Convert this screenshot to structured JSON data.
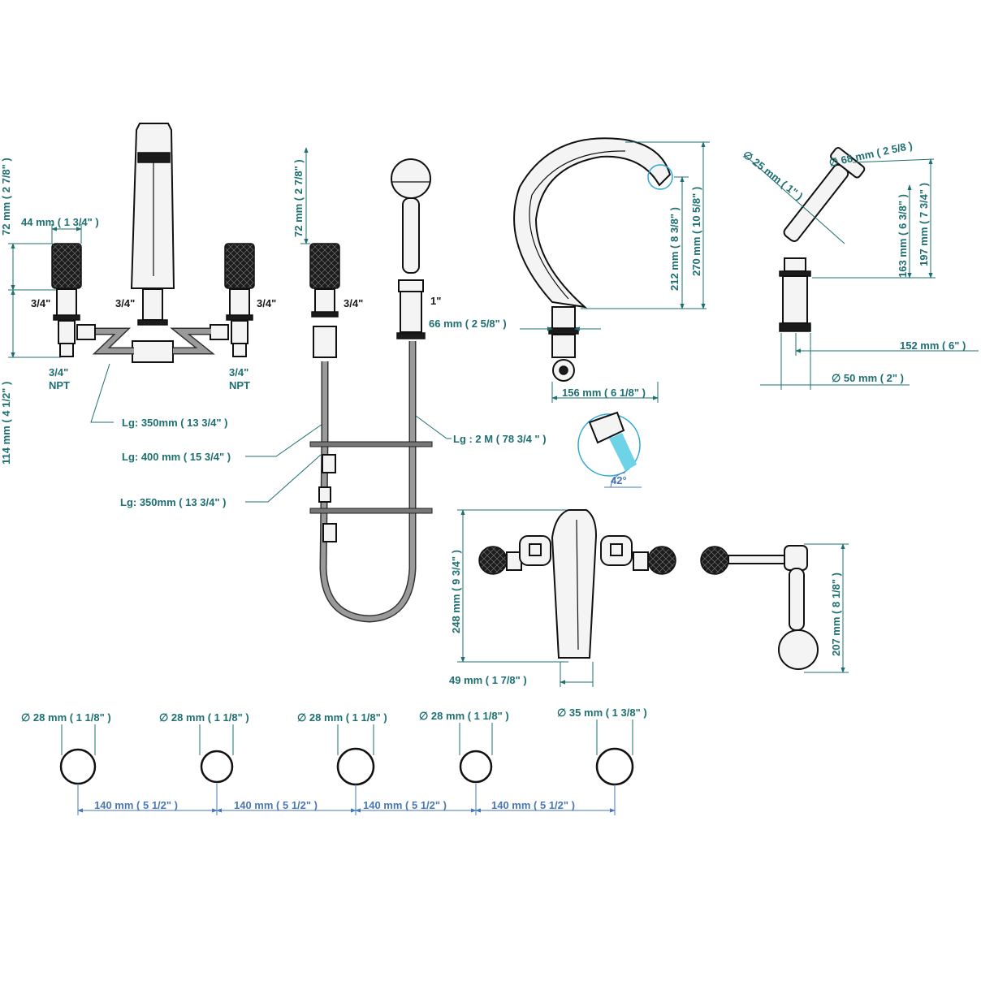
{
  "colors": {
    "dimension": "#1e6f72",
    "spacing": "#4a78b5",
    "ink": "#111111",
    "water": "#6fd3e8"
  },
  "view1": {
    "height_top": "72 mm ( 2 7/8\" )",
    "height_bottom": "114 mm ( 4 1/2\" )",
    "handle_width": "44 mm ( 1 3/4\" )",
    "conn_left": "3/4\"",
    "conn_center": "3/4\"",
    "conn_right": "3/4\"",
    "npt_left_size": "3/4\"",
    "npt_left": "NPT",
    "npt_right_size": "3/4\"",
    "npt_right": "NPT",
    "hose_a": "Lg: 350mm  ( 13 3/4\" )",
    "hose_b": "Lg: 400 mm ( 15 3/4\" )",
    "hose_c": "Lg: 350mm  ( 13 3/4\" )"
  },
  "view2": {
    "height_top": "72 mm ( 2 7/8\" )",
    "conn_left": "3/4\"",
    "conn_right": "1\"",
    "hose_length": "Lg : 2 M ( 78 3/4 \" )"
  },
  "spout": {
    "height_outlet": "212 mm ( 8 3/8\" )",
    "height_total": "270 mm ( 10 5/8\" )",
    "base_offset": "66 mm ( 2 5/8\" )",
    "reach": "156 mm ( 6 1/8\" )",
    "angle": "42°"
  },
  "handshower": {
    "hose_dia": "∅ 25 mm ( 1\" )",
    "head_dia": "∅ 68 mm ( 2 5/8 )",
    "height_a": "163 mm ( 6 3/8\" )",
    "height_b": "197 mm ( 7 3/4\" )",
    "length": "152 mm ( 6\" )",
    "base_dia": "∅ 50 mm ( 2\" )"
  },
  "wall_valve": {
    "height": "248 mm ( 9 3/4\" )",
    "depth": "49 mm ( 1 7/8\" )"
  },
  "wall_shower": {
    "height": "207 mm ( 8 1/8\" )"
  },
  "holes": {
    "diameters": [
      "∅ 28 mm ( 1 1/8\" )",
      "∅ 28 mm ( 1 1/8\" )",
      "∅ 28 mm ( 1 1/8\" )",
      "∅ 28 mm ( 1 1/8\" )",
      "∅ 35 mm ( 1 3/8\" )"
    ],
    "spacings": [
      "140 mm ( 5 1/2\" )",
      "140 mm ( 5 1/2\" )",
      "140 mm ( 5 1/2\" )",
      "140 mm ( 5 1/2\" )"
    ]
  }
}
